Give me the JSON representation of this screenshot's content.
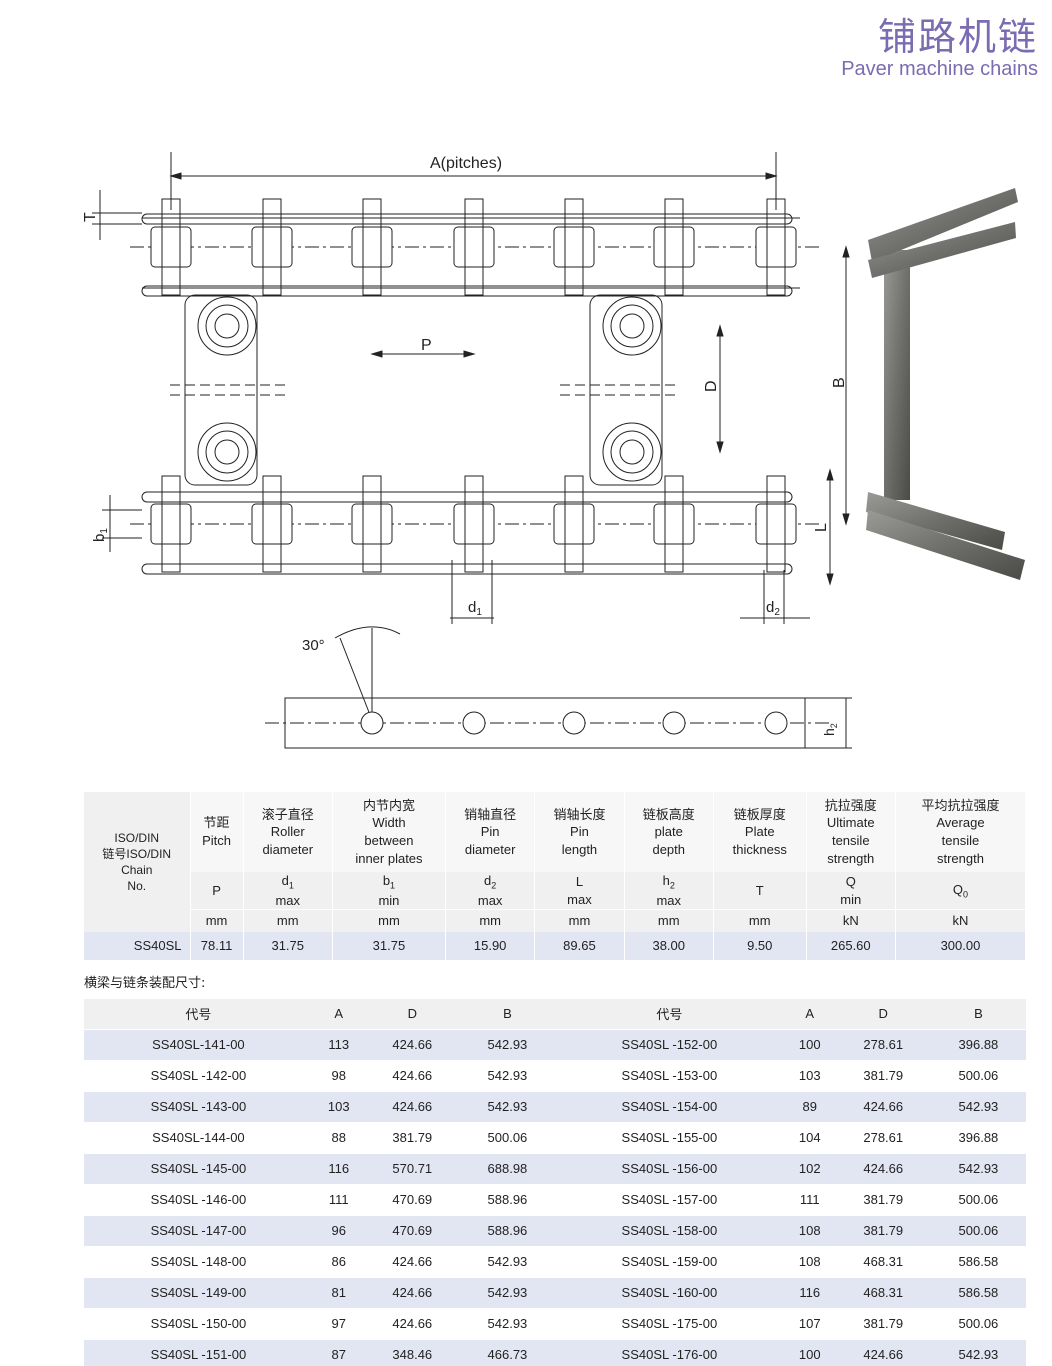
{
  "header": {
    "title_cn": "铺路机链",
    "title_en": "Paver machine chains"
  },
  "drawing_labels": {
    "a_pitches": "A(pitches)",
    "p": "P",
    "d": "D",
    "b": "B",
    "t": "T",
    "b1": "b",
    "b1_sub": "1",
    "l": "L",
    "d1": "d",
    "d1_sub": "1",
    "d2": "d",
    "d2_sub": "2",
    "angle": "30°",
    "h2": "h",
    "h2_sub": "2"
  },
  "spec_table": {
    "chain_no_label": "ISO/DIN\n链号ISO/DIN\nChain\nNo.",
    "columns": [
      {
        "cn": "节距",
        "en": "Pitch",
        "symbol": "P",
        "sub": "",
        "limit": "",
        "unit": "mm"
      },
      {
        "cn": "滚子直径",
        "en": "Roller\ndiameter",
        "symbol": "d",
        "sub": "1",
        "limit": "max",
        "unit": "mm"
      },
      {
        "cn": "内节内宽",
        "en": "Width\nbetween\ninner plates",
        "symbol": "b",
        "sub": "1",
        "limit": "min",
        "unit": "mm"
      },
      {
        "cn": "销轴直径",
        "en": "Pin\ndiameter",
        "symbol": "d",
        "sub": "2",
        "limit": "max",
        "unit": "mm"
      },
      {
        "cn": "销轴长度",
        "en": "Pin\nlength",
        "symbol": "L",
        "sub": "",
        "limit": "max",
        "unit": "mm"
      },
      {
        "cn": "链板高度",
        "en": "plate\ndepth",
        "symbol": "h",
        "sub": "2",
        "limit": "max",
        "unit": "mm"
      },
      {
        "cn": "链板厚度",
        "en": "Plate\nthickness",
        "symbol": "T",
        "sub": "",
        "limit": "",
        "unit": "mm"
      },
      {
        "cn": "抗拉强度",
        "en": "Ultimate\ntensile\nstrength",
        "symbol": "Q",
        "sub": "",
        "limit": "min",
        "unit": "kN"
      },
      {
        "cn": "平均抗拉强度",
        "en": "Average\ntensile\nstrength",
        "symbol": "Q",
        "sub": "0",
        "limit": "",
        "unit": "kN"
      }
    ],
    "row": {
      "chain": "SS40SL",
      "values": [
        "78.11",
        "31.75",
        "31.75",
        "15.90",
        "89.65",
        "38.00",
        "9.50",
        "265.60",
        "300.00"
      ]
    }
  },
  "assembly_caption": "横梁与链条装配尺寸:",
  "assembly_table": {
    "headers": [
      "代号",
      "A",
      "D",
      "B",
      "代号",
      "A",
      "D",
      "B"
    ],
    "rows": [
      [
        "SS40SL-141-00",
        "113",
        "424.66",
        "542.93",
        "SS40SL -152-00",
        "100",
        "278.61",
        "396.88"
      ],
      [
        "SS40SL -142-00",
        "98",
        "424.66",
        "542.93",
        "SS40SL -153-00",
        "103",
        "381.79",
        "500.06"
      ],
      [
        "SS40SL -143-00",
        "103",
        "424.66",
        "542.93",
        "SS40SL -154-00",
        "89",
        "424.66",
        "542.93"
      ],
      [
        "SS40SL-144-00",
        "88",
        "381.79",
        "500.06",
        "SS40SL -155-00",
        "104",
        "278.61",
        "396.88"
      ],
      [
        "SS40SL -145-00",
        "116",
        "570.71",
        "688.98",
        "SS40SL -156-00",
        "102",
        "424.66",
        "542.93"
      ],
      [
        "SS40SL -146-00",
        "111",
        "470.69",
        "588.96",
        "SS40SL -157-00",
        "111",
        "381.79",
        "500.06"
      ],
      [
        "SS40SL -147-00",
        "96",
        "470.69",
        "588.96",
        "SS40SL -158-00",
        "108",
        "381.79",
        "500.06"
      ],
      [
        "SS40SL -148-00",
        "86",
        "424.66",
        "542.93",
        "SS40SL -159-00",
        "108",
        "468.31",
        "586.58"
      ],
      [
        "SS40SL -149-00",
        "81",
        "424.66",
        "542.93",
        "SS40SL -160-00",
        "116",
        "468.31",
        "586.58"
      ],
      [
        "SS40SL -150-00",
        "97",
        "424.66",
        "542.93",
        "SS40SL -175-00",
        "107",
        "381.79",
        "500.06"
      ],
      [
        "SS40SL -151-00",
        "87",
        "348.46",
        "466.73",
        "SS40SL -176-00",
        "100",
        "424.66",
        "542.93"
      ]
    ]
  },
  "colors": {
    "title": "#7b6bb0",
    "row_highlight": "#e2e6f3",
    "row_gray": "#f0f0f0"
  }
}
